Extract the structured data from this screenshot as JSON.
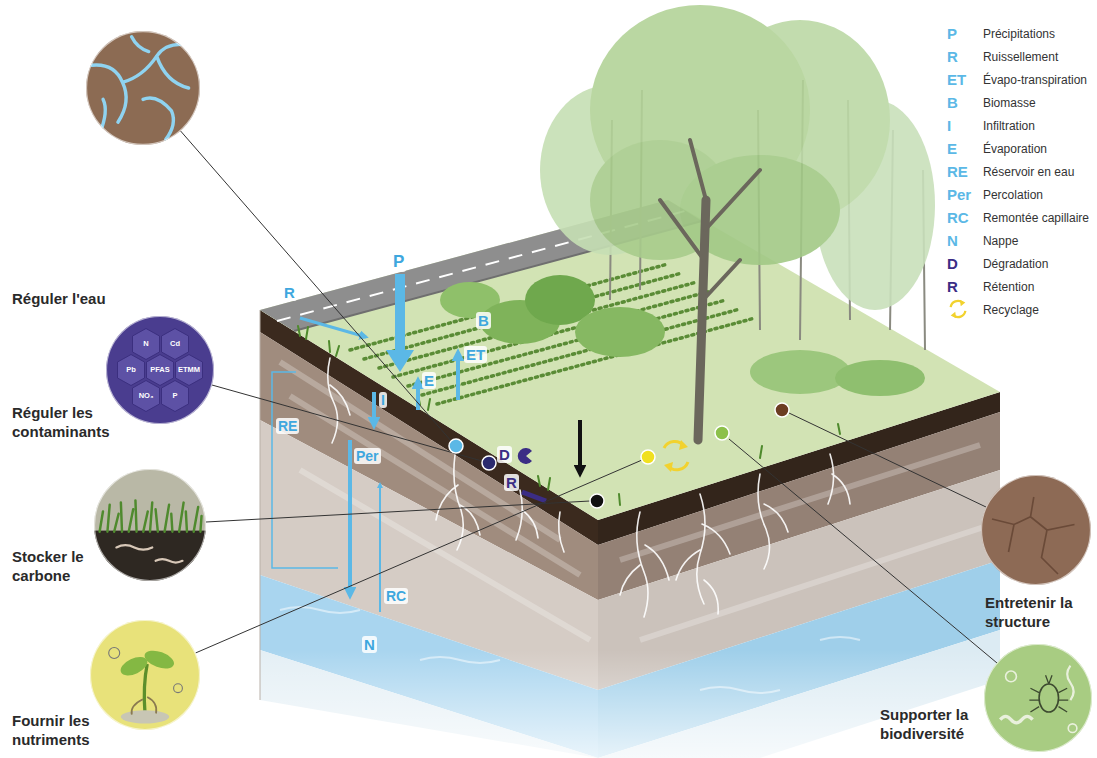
{
  "diagram": {
    "nodes": [
      {
        "text": [
          "Réguler l'eau"
        ]
      },
      {
        "text": [
          "Réguler les contaminants"
        ]
      },
      {
        "text": [
          "N"
        ],
        "in": 1
      },
      {
        "text": [
          "Cd"
        ],
        "in": 1
      },
      {
        "text": [
          "Pb"
        ],
        "in": 1
      },
      {
        "text": [
          "PFAS"
        ],
        "in": 1
      },
      {
        "text": [
          "ETMM"
        ],
        "in": 1
      },
      {
        "text": [
          "NO₃"
        ],
        "in": 1
      },
      {
        "text": [
          "P"
        ],
        "in": 1
      },
      {
        "text": [
          "Stocker le carbone"
        ]
      },
      {
        "text": [
          "Fournir les nutriments"
        ]
      },
      {
        "text": [
          "Entretenir la structure"
        ]
      },
      {
        "text": [
          "Supporter la biodiversité"
        ]
      }
    ],
    "labels": [
      "P",
      "R",
      "ET",
      "B",
      "I",
      "E",
      "RE",
      "Per",
      "RC",
      "N",
      "D",
      "R",
      "P",
      "R",
      "ET",
      "B",
      "I",
      "E",
      "RE",
      "Per",
      "RC",
      "N",
      "D",
      "R"
    ],
    "legend": [
      {
        "text": "Précipitations",
        "color": "#5bb8e6"
      },
      {
        "text": "Ruissellement",
        "color": "#5bb8e6"
      },
      {
        "text": "Évapo-transpiration",
        "color": "#5bb8e6"
      },
      {
        "text": "Biomasse",
        "color": "#5bb8e6"
      },
      {
        "text": "Infiltration",
        "color": "#5bb8e6"
      },
      {
        "text": "Évaporation",
        "color": "#5bb8e6"
      },
      {
        "text": "Réservoir en eau",
        "color": "#5bb8e6"
      },
      {
        "text": "Percolation",
        "color": "#5bb8e6"
      },
      {
        "text": "Remontée capillaire",
        "color": "#5bb8e6"
      },
      {
        "text": "Nappe",
        "color": "#5bb8e6"
      },
      {
        "text": "Dégradation",
        "color": "#3b2d85"
      },
      {
        "text": "Rétention",
        "color": "#3b2d85"
      },
      {
        "text": "Recyclage"
      }
    ]
  }
}
